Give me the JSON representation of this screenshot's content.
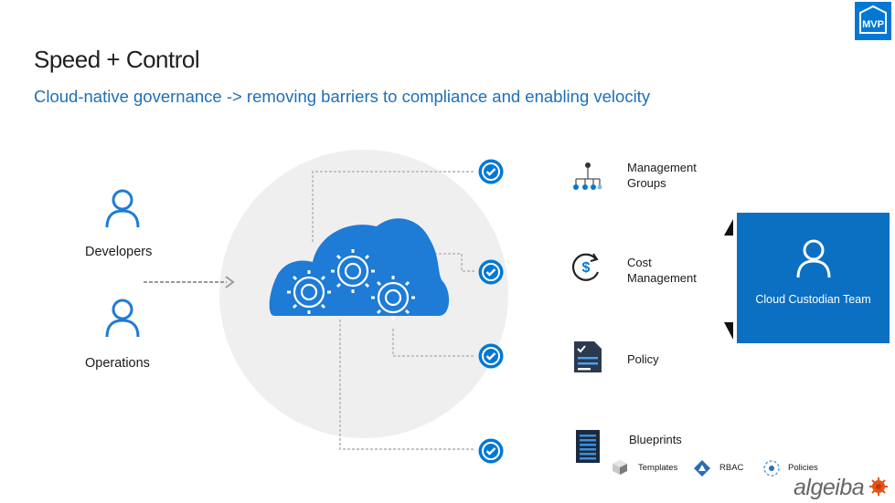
{
  "slide": {
    "title": "Speed + Control",
    "subtitle": "Cloud-native governance -> removing barriers to compliance and enabling velocity"
  },
  "actors": [
    {
      "label": "Developers"
    },
    {
      "label": "Operations"
    }
  ],
  "team": {
    "label": "Cloud Custodian Team"
  },
  "items": [
    {
      "label_line1": "Management",
      "label_line2": "Groups",
      "icon": "hierarchy-icon"
    },
    {
      "label_line1": "Cost",
      "label_line2": "Management",
      "icon": "cost-icon"
    },
    {
      "label_line1": "Policy",
      "label_line2": "",
      "icon": "policy-document-icon"
    },
    {
      "label_line1": "Blueprints",
      "label_line2": "",
      "icon": "blueprint-icon"
    }
  ],
  "blueprint_parts": [
    {
      "label": "Templates",
      "icon": "template-cube-icon"
    },
    {
      "label": "RBAC",
      "icon": "rbac-icon"
    },
    {
      "label": "Policies",
      "icon": "policies-icon"
    }
  ],
  "badges": {
    "mvp": "MVP",
    "brand": "algeiba"
  },
  "colors": {
    "accent": "#0078d4",
    "team_bg": "#0b6fc2",
    "circle_bg": "#efefef"
  }
}
